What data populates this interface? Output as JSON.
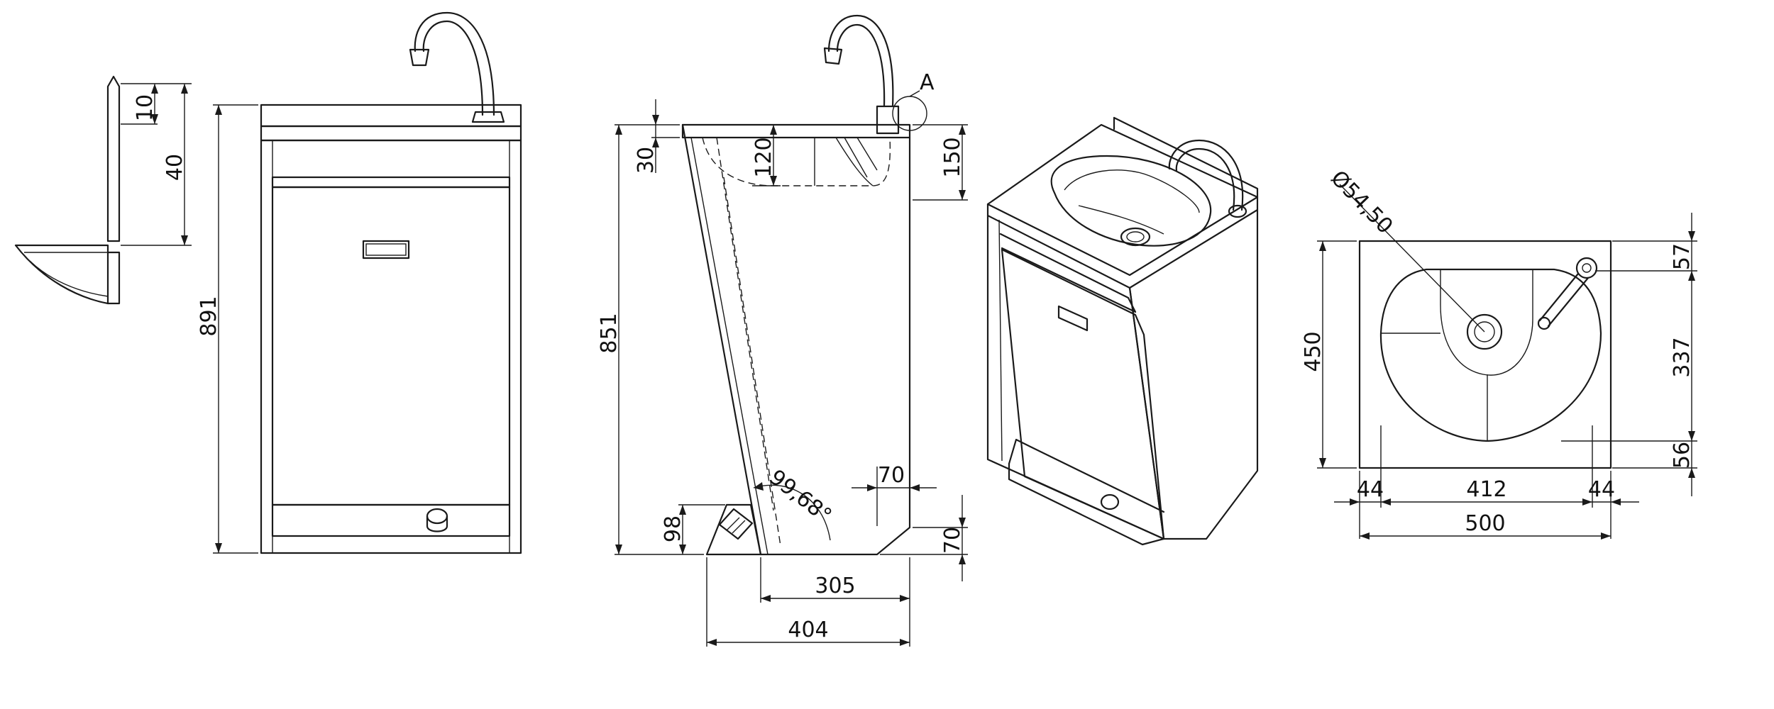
{
  "colors": {
    "line": "#1a1a1a",
    "background": "#ffffff"
  },
  "detail": {
    "dim_top": "10",
    "dim_height": "40"
  },
  "front_view": {
    "dim_height": "891"
  },
  "side_view": {
    "callout": "A",
    "dim_total": "851",
    "dim_30": "30",
    "dim_120": "120",
    "dim_150": "150",
    "dim_70_top": "70",
    "dim_70_side": "70",
    "dim_98": "98",
    "angle": "99,68°",
    "dim_305": "305",
    "dim_404": "404"
  },
  "top_view": {
    "diameter": "Ø54,50",
    "dim_450": "450",
    "dim_57": "57",
    "dim_337": "337",
    "dim_56": "56",
    "dim_44_left": "44",
    "dim_412": "412",
    "dim_44_right": "44",
    "dim_500": "500"
  }
}
